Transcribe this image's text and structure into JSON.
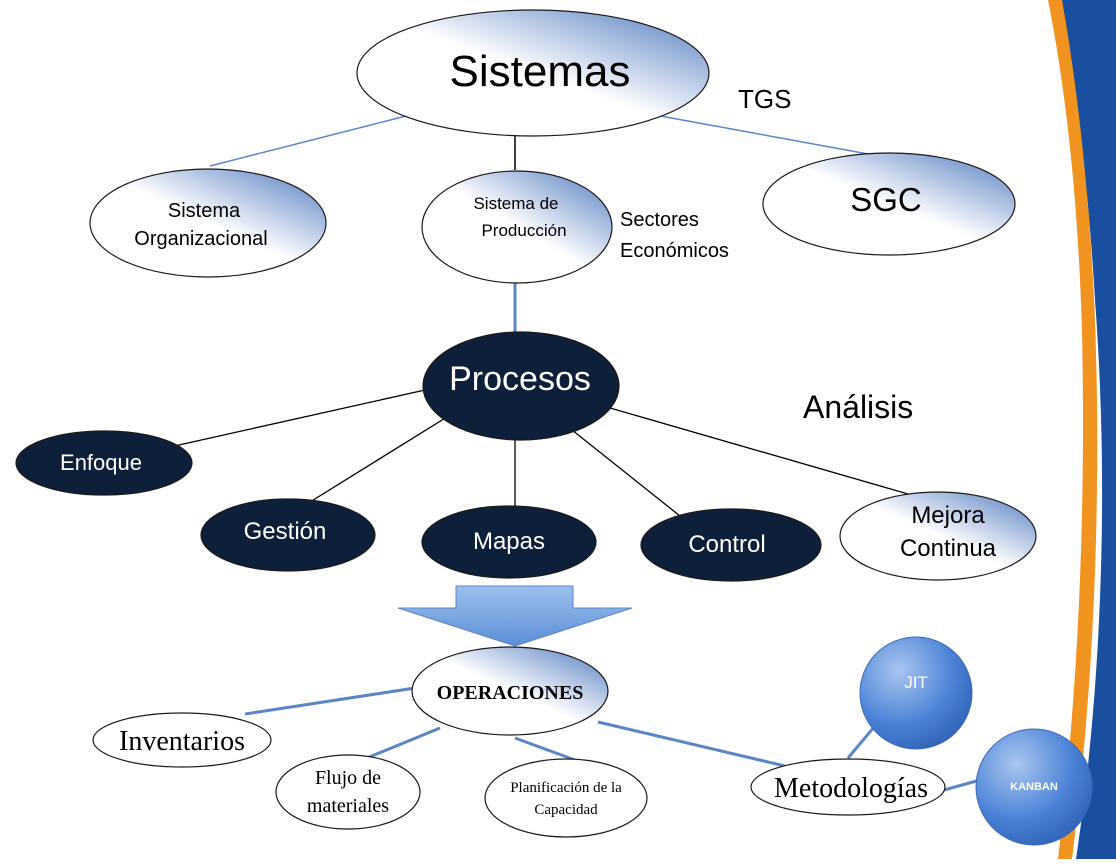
{
  "nodes": {
    "sistemas": "Sistemas",
    "sistema_organizacional": [
      "Sistema",
      "Organizacional"
    ],
    "sistema_produccion": [
      "Sistema de",
      "Producción"
    ],
    "sgc": "SGC",
    "procesos": "Procesos",
    "enfoque": "Enfoque",
    "gestion": "Gestión",
    "mapas": "Mapas",
    "control": "Control",
    "mejora_continua": [
      "Mejora",
      "Continua"
    ],
    "operaciones": "OPERACIONES",
    "inventarios": "Inventarios",
    "flujo_materiales": [
      "Flujo de",
      "materiales"
    ],
    "planificacion": [
      "Planificación de la",
      "Capacidad"
    ],
    "metodologias": "Metodologías",
    "jit": "JIT",
    "kanban": "KANBAN"
  },
  "annotations": {
    "tgs": "TGS",
    "sectores": [
      "Sectores",
      "Económicos"
    ],
    "analisis": "Análisis"
  },
  "colors": {
    "dark_node": "#0e1f3a",
    "light_node_stroke": "#1a1a1a",
    "blue_gradient": "#3f6fbf",
    "connector_blue": "#5b86c4",
    "arrow_blue": "#6c9ad9",
    "ribbon_blue": "#1a4fa0",
    "ribbon_orange": "#f0931f"
  }
}
